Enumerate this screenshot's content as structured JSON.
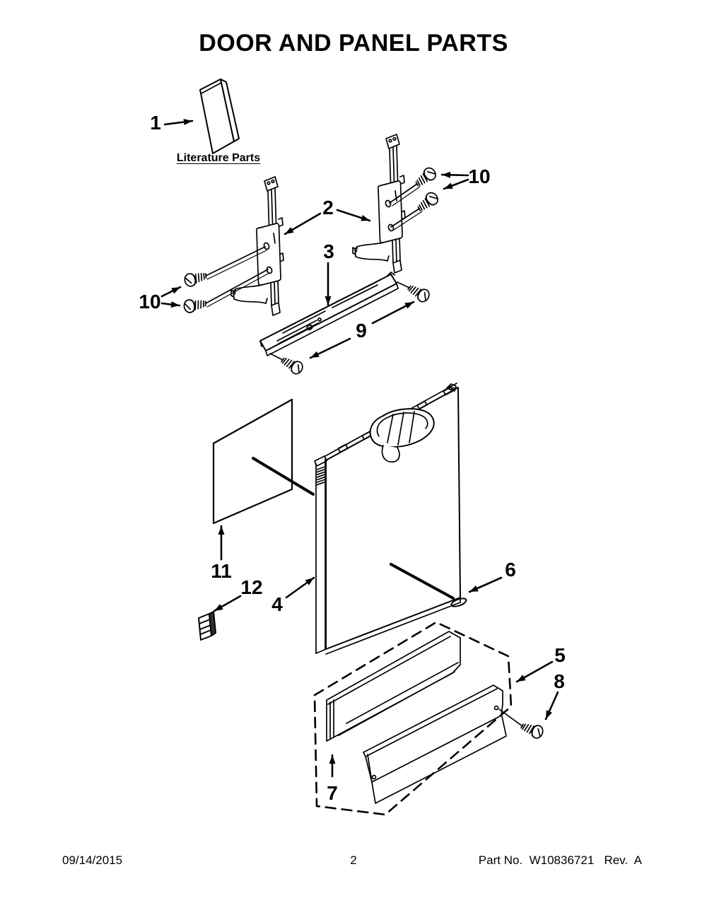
{
  "page": {
    "title": "DOOR AND PANEL PARTS"
  },
  "footer": {
    "date": "09/14/2015",
    "page_number": "2",
    "part_line": "Part No.  W10836721   Rev.  A"
  },
  "diagram": {
    "literature_caption": "Literature Parts",
    "callouts": {
      "c1": "1",
      "c2": "2",
      "c3": "3",
      "c4": "4",
      "c5": "5",
      "c6": "6",
      "c7": "7",
      "c8": "8",
      "c9": "9",
      "c10_left": "10",
      "c10_right": "10",
      "c11": "11",
      "c12": "12"
    },
    "icons": {
      "book": "literature-book-icon",
      "screw": "mounting-screw-icon",
      "hinge": "door-hinge-icon"
    },
    "colors": {
      "line": "#000000",
      "background": "#ffffff"
    }
  }
}
